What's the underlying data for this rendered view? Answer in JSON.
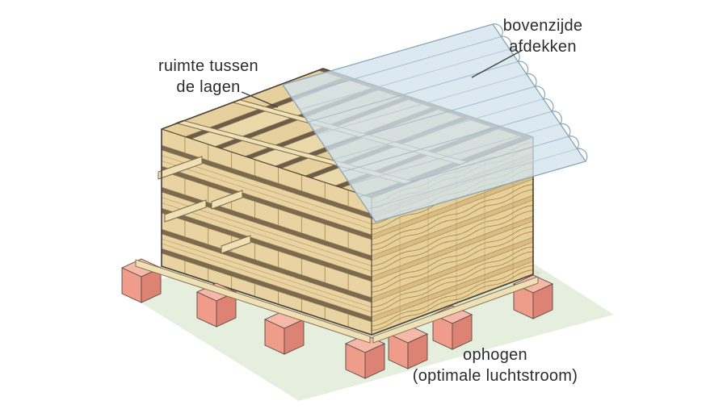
{
  "figure": {
    "description": "woodpile-storage-diagram"
  },
  "labels": {
    "spacing": {
      "line1": "ruimte tussen",
      "line2": "de lagen"
    },
    "cover": {
      "line1": "bovenzijde",
      "line2": "afdekken"
    },
    "elevate": {
      "line1": "ophogen",
      "line2": "(optimale luchtstroom)"
    }
  },
  "colors": {
    "background": "#ffffff",
    "ground": "#e6eedd",
    "ground_shadow": "#dbe5d1",
    "wood_face": "#e9d3a2",
    "wood_mid": "#e8d09b",
    "wood_light": "#ecd9ab",
    "wood_alt": "#e6d09e",
    "wood_dark": "#a5854e",
    "wood_gap": "#7a6a52",
    "wood_under": "#6b5d49",
    "wood_grain": "#ab8a50",
    "beam": "#f0e0b6",
    "beam_edge": "#7c6a48",
    "outline": "#4a4033",
    "block_top": "#f6b9a9",
    "block_left": "#ef9c8a",
    "block_right": "#dd8373",
    "block_edge": "#5a4a44",
    "roof_fill": "#d2e3ed",
    "roof_edge": "#8aa5b8",
    "roof_ridge": "#9fbccb",
    "label_text": "#2b2b2b",
    "leader_line": "#444444"
  }
}
